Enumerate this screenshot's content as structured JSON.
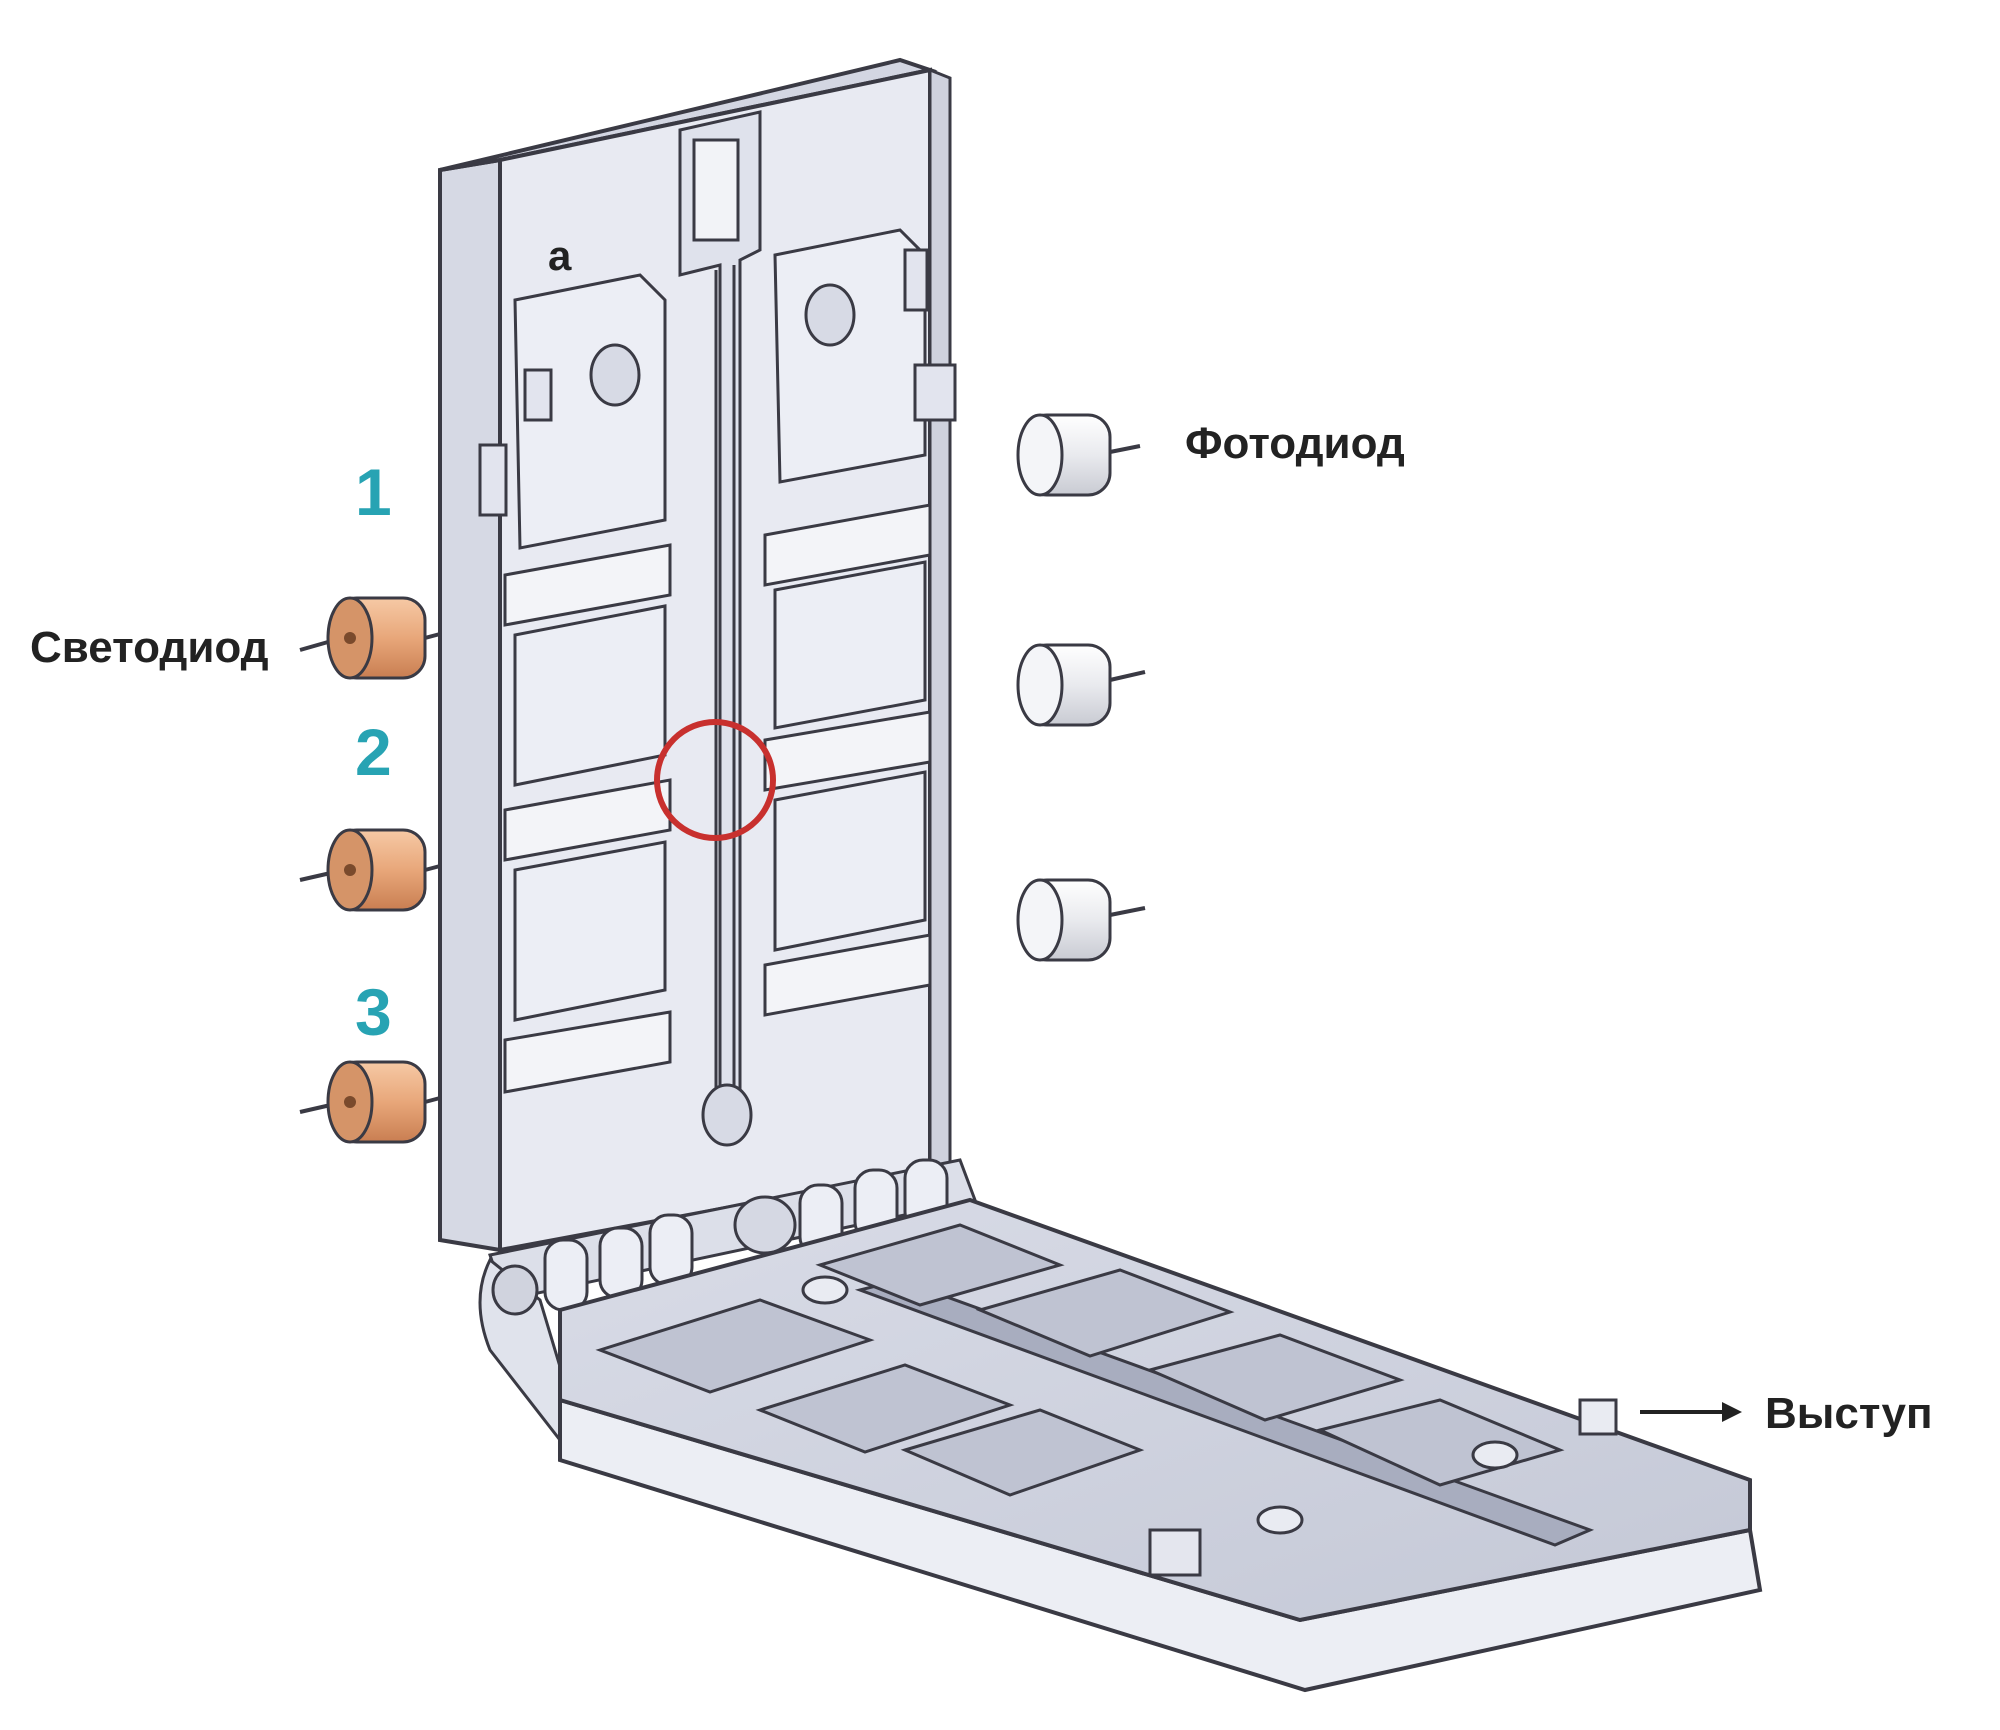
{
  "labels": {
    "led": "Светодиод",
    "photodiode": "Фотодиод",
    "protrusion": "Выступ",
    "plate_letter": "a"
  },
  "positions": [
    "1",
    "2",
    "3"
  ],
  "colors": {
    "number_accent": "#27a3b3",
    "marker_circle": "#c8302e",
    "led_body": "#e8a77a",
    "plate_fill": "#e6e8f1",
    "plate_shadow": "#c5c8d6",
    "outline": "#3a3a44"
  },
  "icons": {
    "led": "led-icon",
    "photodiode": "photodiode-icon",
    "arrow": "arrow-right-icon"
  }
}
